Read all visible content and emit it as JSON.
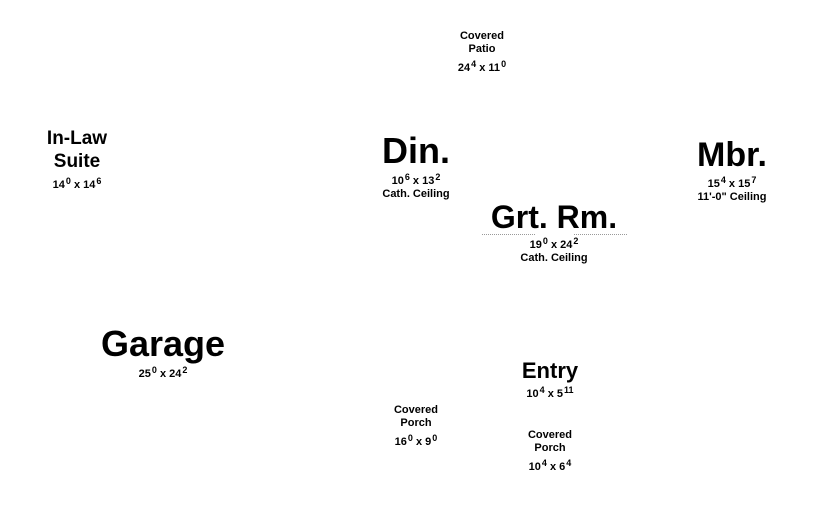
{
  "rooms": [
    {
      "id": "patio",
      "slug": "covered-patio",
      "size": "small",
      "name": [
        "Covered",
        "Patio"
      ],
      "w": "24",
      "wi": "4",
      "h": "11",
      "hi": "0",
      "note": ""
    },
    {
      "id": "inlaw",
      "slug": "in-law-suite",
      "size": "large",
      "name": [
        "In-Law",
        "Suite"
      ],
      "w": "14",
      "wi": "0",
      "h": "14",
      "hi": "6",
      "note": ""
    },
    {
      "id": "din",
      "slug": "dining-room",
      "size": "large",
      "name": [
        "Din."
      ],
      "w": "10",
      "wi": "6",
      "h": "13",
      "hi": "2",
      "note": "Cath. Ceiling"
    },
    {
      "id": "grt",
      "slug": "great-room",
      "size": "large",
      "name": [
        "Grt. Rm."
      ],
      "w": "19",
      "wi": "0",
      "h": "24",
      "hi": "2",
      "note": "Cath. Ceiling"
    },
    {
      "id": "mbr",
      "slug": "master-bedroom",
      "size": "large",
      "name": [
        "Mbr."
      ],
      "w": "15",
      "wi": "4",
      "h": "15",
      "hi": "7",
      "note": "11'-0\" Ceiling"
    },
    {
      "id": "garage",
      "slug": "garage",
      "size": "large",
      "name": [
        "Garage"
      ],
      "w": "25",
      "wi": "0",
      "h": "24",
      "hi": "2",
      "note": ""
    },
    {
      "id": "entry",
      "slug": "entry",
      "size": "large",
      "name": [
        "Entry"
      ],
      "w": "10",
      "wi": "4",
      "h": "5",
      "hi": "11",
      "note": ""
    },
    {
      "id": "porch1",
      "slug": "covered-porch-left",
      "size": "small",
      "name": [
        "Covered",
        "Porch"
      ],
      "w": "16",
      "wi": "0",
      "h": "9",
      "hi": "0",
      "note": ""
    },
    {
      "id": "porch2",
      "slug": "covered-porch-right",
      "size": "small",
      "name": [
        "Covered",
        "Porch"
      ],
      "w": "10",
      "wi": "4",
      "h": "6",
      "hi": "4",
      "note": ""
    }
  ]
}
